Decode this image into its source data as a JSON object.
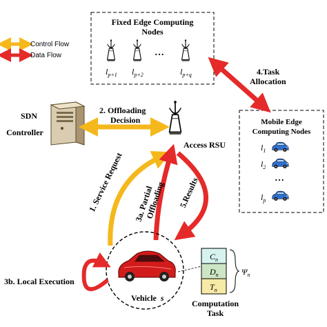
{
  "legend": {
    "control_flow": "Control Flow",
    "data_flow": "Data Flow"
  },
  "colors": {
    "control": "#f5b81c",
    "data": "#e52a2a",
    "task_cn": "#d6f3ef",
    "task_dn": "#cce6c4",
    "task_tn": "#f6eaa6"
  },
  "fixed_box": {
    "title_line1": "Fixed Edge Computing",
    "title_line2": "Nodes",
    "nodes": [
      "l",
      "l",
      "l"
    ],
    "subs": [
      "p+1",
      "p+2",
      "p+q"
    ],
    "ellipsis": "…"
  },
  "mobile_box": {
    "title_line1": "Mobile Edge",
    "title_line2": "Computing Nodes",
    "nodes": [
      "l",
      "l",
      "l"
    ],
    "subs": [
      "1",
      "2",
      "p"
    ],
    "ellipsis": "…"
  },
  "sdn": {
    "line1": "SDN",
    "line2": "Controller"
  },
  "rsu": {
    "label": "Access RSU"
  },
  "steps": {
    "s1": "1. Service Request",
    "s2_line1": "2. Offloading",
    "s2_line2": "Decision",
    "s3a_line1": "3a. Partial",
    "s3a_line2": "Offloading",
    "s3b": "3b. Local Execution",
    "s4_line1": "4.Task",
    "s4_line2": "Allocation",
    "s5": "5.Results"
  },
  "vehicle": {
    "label": "Vehicle",
    "var": "s"
  },
  "task": {
    "rows": [
      "C",
      "D",
      "T"
    ],
    "sub": "n",
    "psi": "Ψ",
    "psi_sub": "n",
    "caption_line1": "Computation",
    "caption_line2": "Task"
  }
}
